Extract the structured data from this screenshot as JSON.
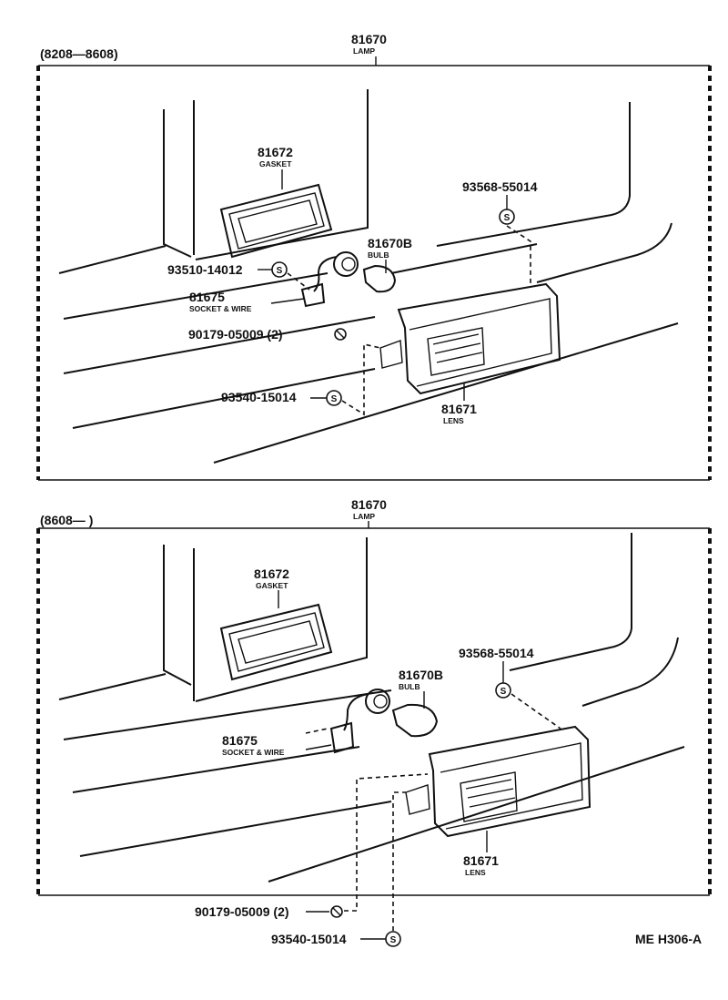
{
  "panels": [
    {
      "date_range": "(8208—8608)",
      "lamp": {
        "number": "81670",
        "name": "LAMP"
      },
      "gasket": {
        "number": "81672",
        "name": "GASKET"
      },
      "bulb": {
        "number": "81670B",
        "name": "BULB"
      },
      "socket": {
        "number": "81675",
        "name": "SOCKET & WIRE"
      },
      "lens": {
        "number": "81671",
        "name": "LENS"
      },
      "screw_a": "93510-14012",
      "screw_b": "93568-55014",
      "screw_c": "90179-05009 (2)",
      "screw_d": "93540-15014",
      "s_symbol": "S"
    },
    {
      "date_range": "(8608—        )",
      "lamp": {
        "number": "81670",
        "name": "LAMP"
      },
      "gasket": {
        "number": "81672",
        "name": "GASKET"
      },
      "bulb": {
        "number": "81670B",
        "name": "BULB"
      },
      "socket": {
        "number": "81675",
        "name": "SOCKET & WIRE"
      },
      "lens": {
        "number": "81671",
        "name": "LENS"
      },
      "screw_b": "93568-55014",
      "screw_c": "90179-05009 (2)",
      "screw_d": "93540-15014",
      "s_symbol": "S"
    }
  ],
  "footer_code": "ME  H306-A"
}
